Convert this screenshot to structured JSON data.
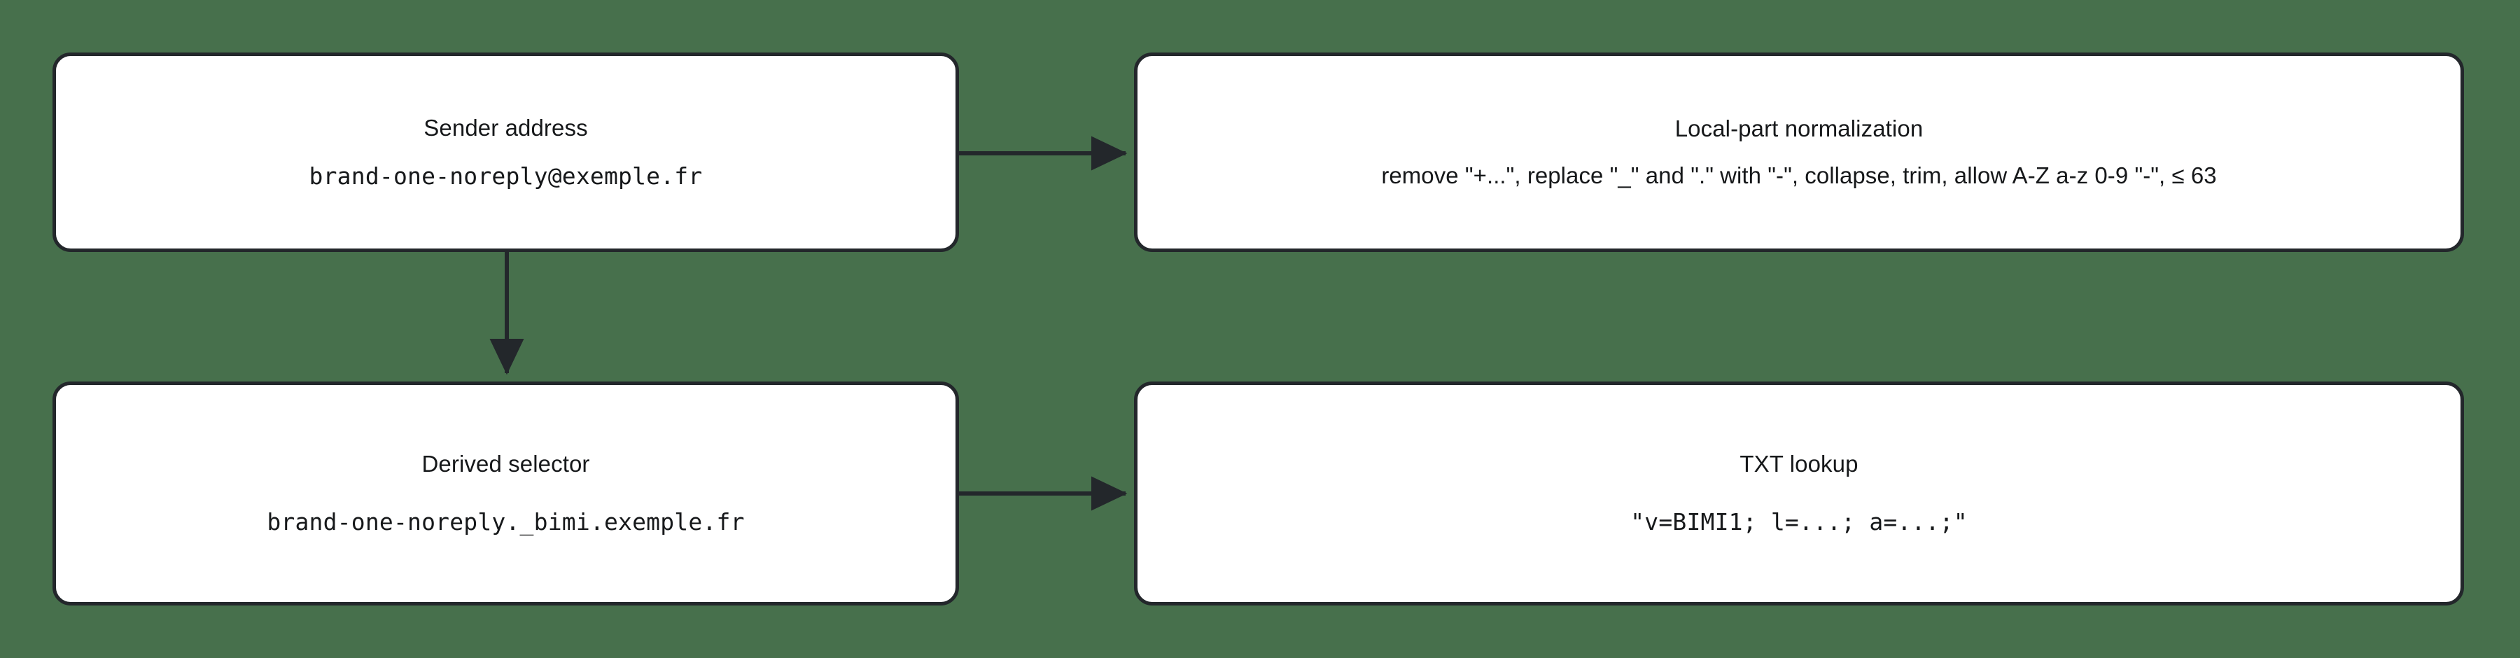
{
  "canvas": {
    "background_color": "#47704c",
    "node_fill": "#ffffff",
    "node_border_color": "#23272b",
    "edge_color": "#23272b"
  },
  "nodes": {
    "sender": {
      "title": "Sender address",
      "detail": "brand-one-noreply@exemple.fr"
    },
    "normalization": {
      "title": "Local-part normalization",
      "detail": "remove \"+...\", replace \"_\" and \".\" with \"-\", collapse, trim, allow A-Z a-z 0-9 \"-\", ≤ 63"
    },
    "selector": {
      "title": "Derived selector",
      "detail": "brand-one-noreply._bimi.exemple.fr"
    },
    "txt": {
      "title": "TXT lookup",
      "detail": "\"v=BIMI1; l=...; a=...;\""
    }
  },
  "edges": [
    {
      "name": "sender-to-normalization",
      "from": "sender",
      "to": "normalization",
      "direction": "right",
      "arrowhead": "filled-triangle"
    },
    {
      "name": "sender-to-selector",
      "from": "sender",
      "to": "selector",
      "direction": "down",
      "arrowhead": "filled-triangle"
    },
    {
      "name": "selector-to-txt",
      "from": "selector",
      "to": "txt",
      "direction": "right",
      "arrowhead": "filled-triangle"
    }
  ]
}
